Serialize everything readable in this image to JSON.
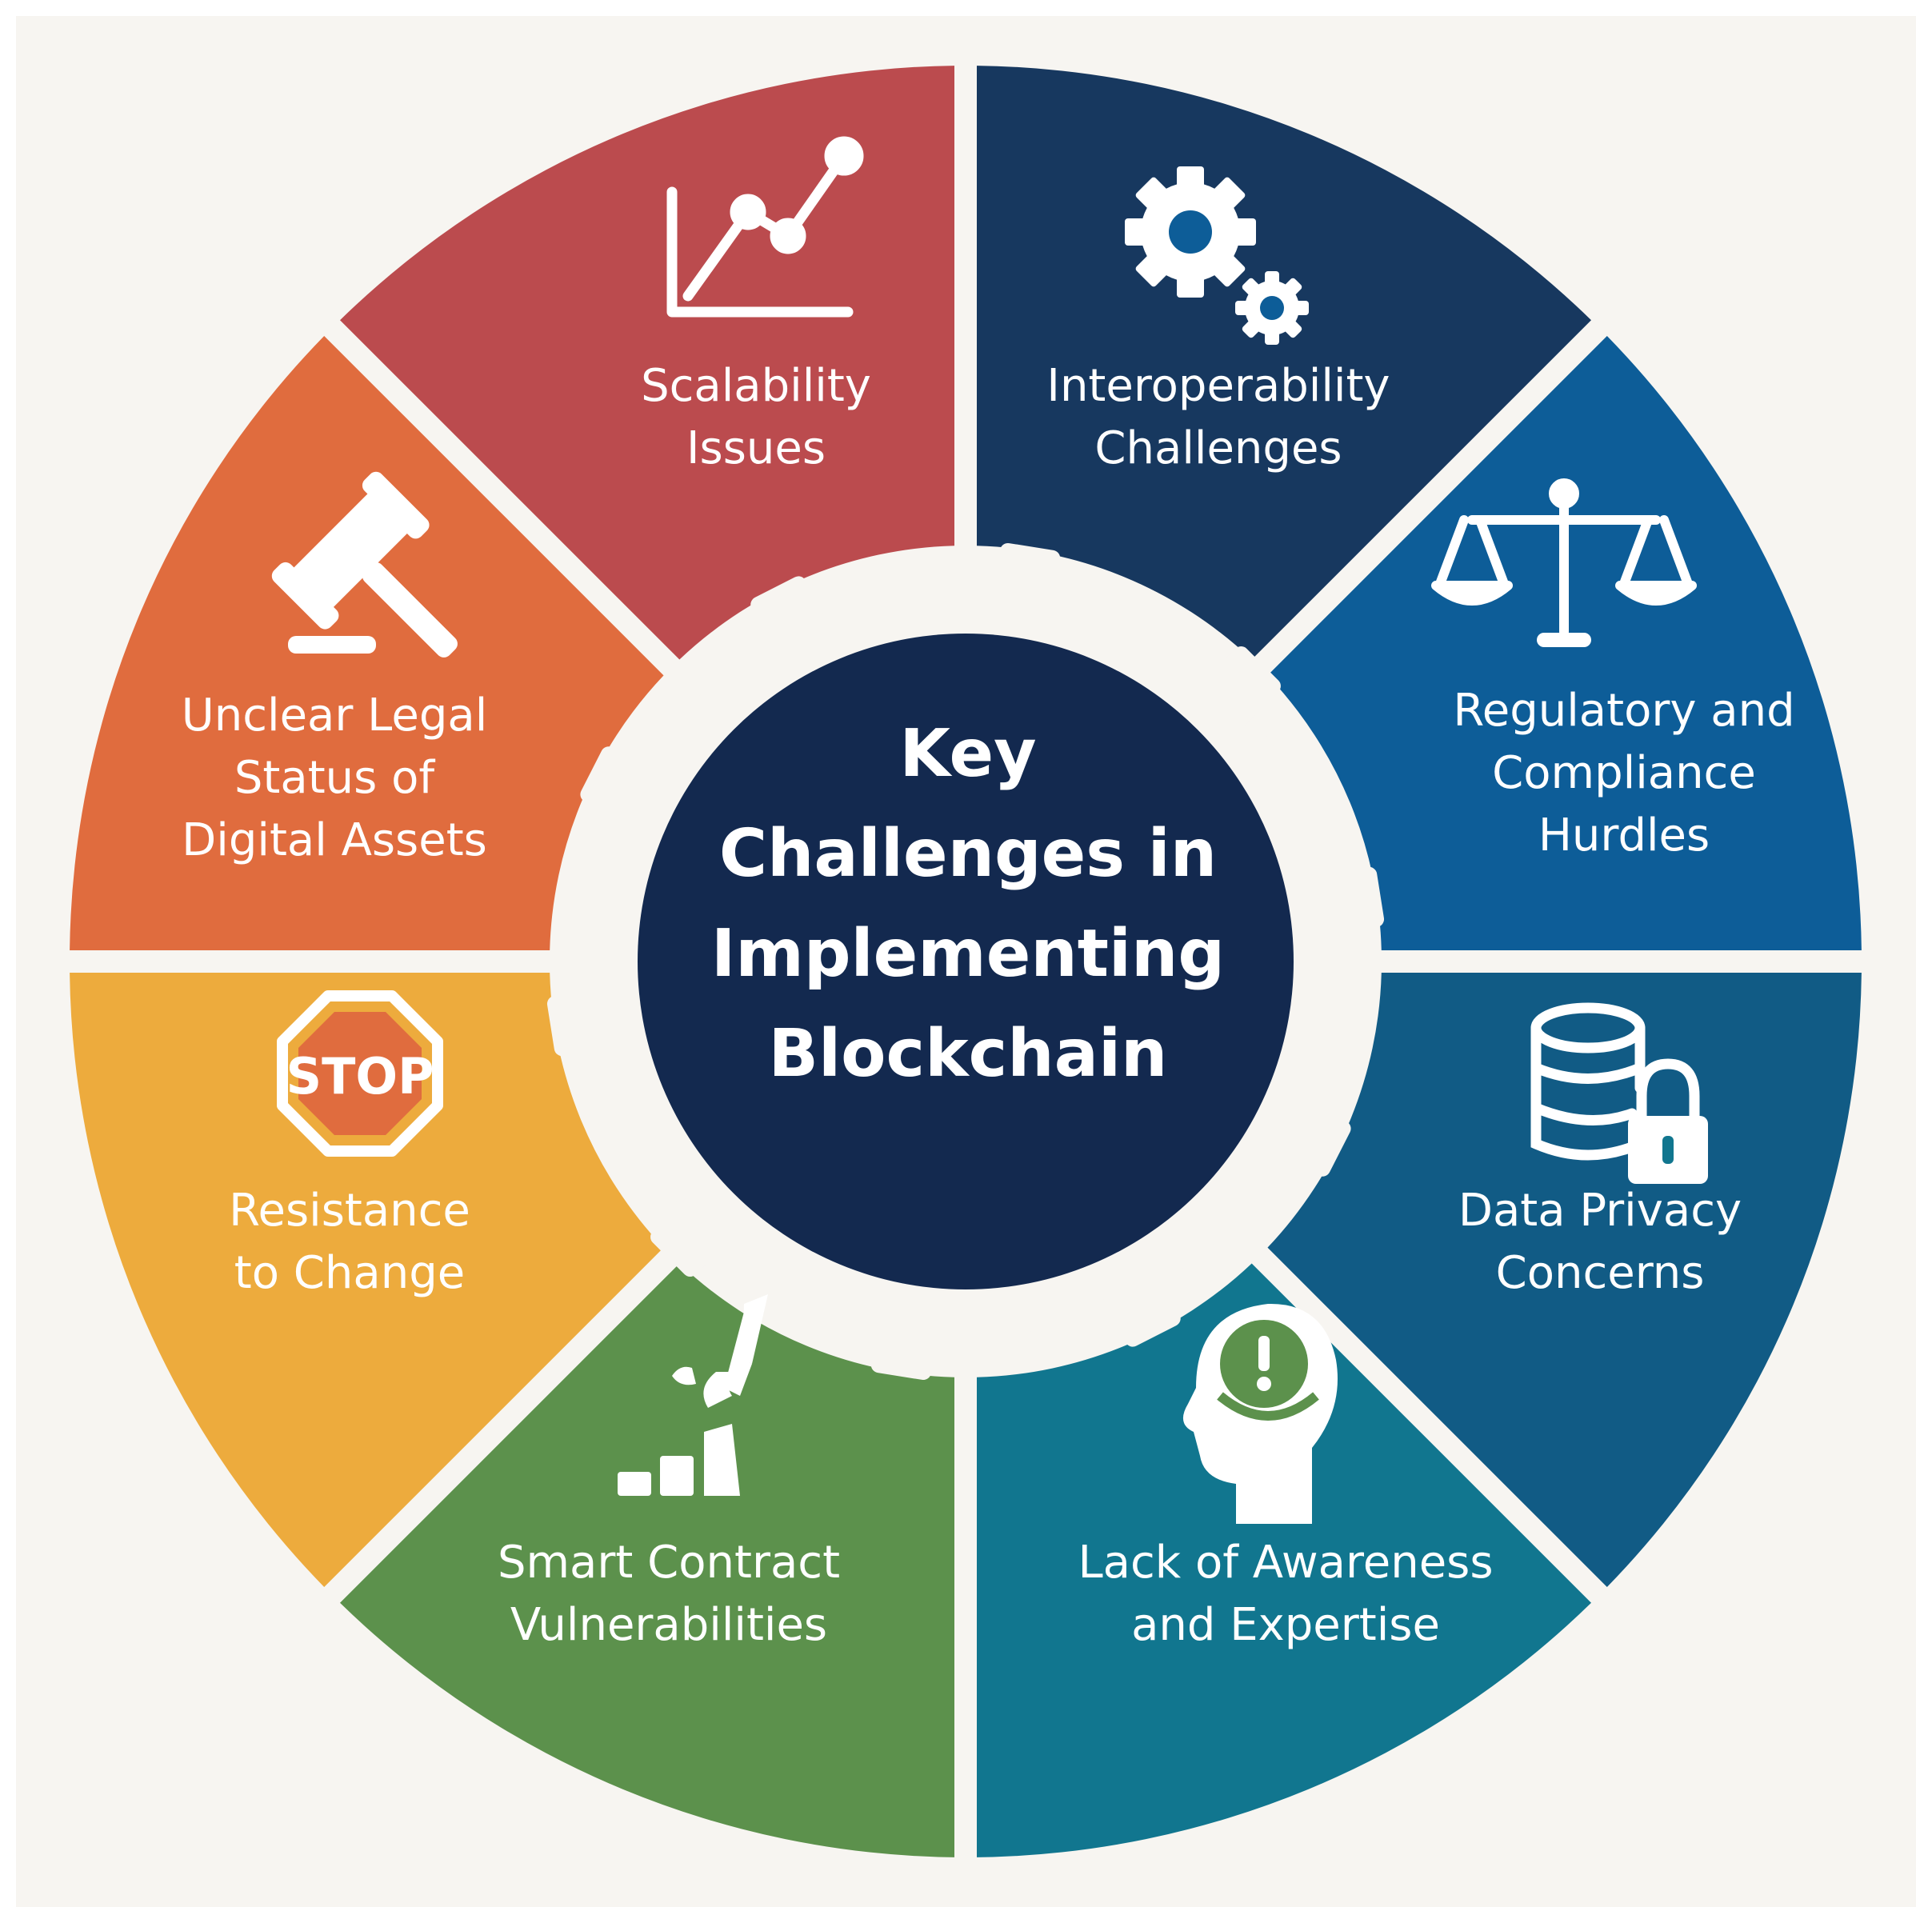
{
  "center": {
    "lines": [
      "Key",
      "Challenges in",
      "Implementing",
      "Blockchain"
    ],
    "color": "#13294f"
  },
  "segments": [
    {
      "id": "scalability",
      "lines": [
        "Scalability",
        "Issues"
      ],
      "color": "#17385f",
      "icon": "line-chart-icon"
    },
    {
      "id": "interoperability",
      "lines": [
        "Interoperability",
        "Challenges"
      ],
      "color": "#0d5d98",
      "icon": "gears-icon"
    },
    {
      "id": "regulatory",
      "lines": [
        "Regulatory and",
        "Compliance",
        "Hurdles"
      ],
      "color": "#115b85",
      "icon": "scales-icon"
    },
    {
      "id": "data-privacy",
      "lines": [
        "Data Privacy",
        "Concerns"
      ],
      "color": "#11768f",
      "icon": "database-lock-icon"
    },
    {
      "id": "awareness",
      "lines": [
        "Lack of Awareness",
        "and Expertise"
      ],
      "color": "#5c914c",
      "icon": "head-exclamation-icon"
    },
    {
      "id": "smart-contract",
      "lines": [
        "Smart Contract",
        "Vulnerabilities"
      ],
      "color": "#edab3d",
      "icon": "broken-bars-icon"
    },
    {
      "id": "resistance",
      "lines": [
        "Resistance",
        "to Change"
      ],
      "color": "#e06c3e",
      "icon": "stop-sign-icon"
    },
    {
      "id": "legal",
      "lines": [
        "Unclear Legal",
        "Status of",
        "Digital Assets"
      ],
      "color": "#bb4b4e",
      "icon": "gavel-icon"
    }
  ],
  "stop_sign_text": "STOP",
  "colors": {
    "background": "#f7f5f1",
    "gap": "#f7f5f1",
    "text": "#ffffff"
  }
}
